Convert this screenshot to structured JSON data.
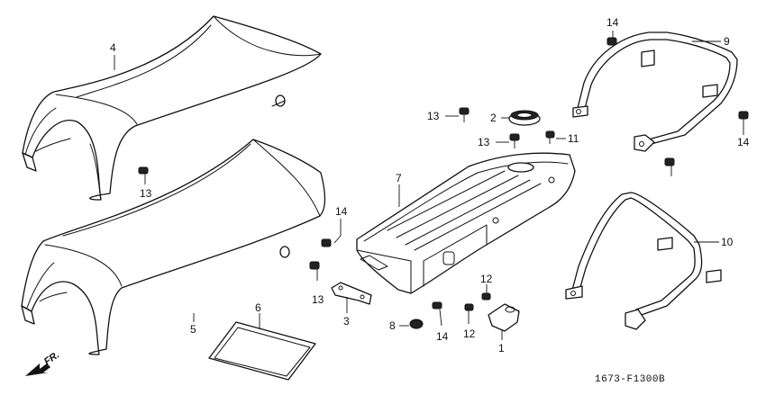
{
  "diagram": {
    "callouts": {
      "p1": "1",
      "p2": "2",
      "p3": "3",
      "p4": "4",
      "p5": "5",
      "p6": "6",
      "p7": "7",
      "p8": "8",
      "p9": "9",
      "p10": "10",
      "p11": "11",
      "p12a": "12",
      "p12b": "12",
      "p13a": "13",
      "p13b": "13",
      "p13c": "13",
      "p13d": "13",
      "p14a": "14",
      "p14b": "14",
      "p14c": "14",
      "p14d": "14"
    },
    "direction_label": "FR.",
    "code": "1673-F1300B"
  }
}
